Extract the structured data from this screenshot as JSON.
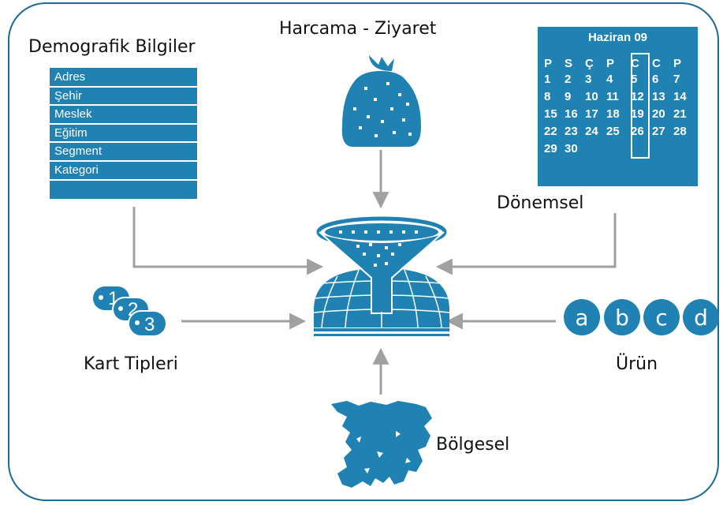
{
  "labels": {
    "demografik": "Demografik Bilgiler",
    "harcama": "Harcama - Ziyaret",
    "donemsel": "Dönemsel",
    "kart": "Kart Tipleri",
    "urun": "Ürün",
    "bolgesel": "Bölgesel"
  },
  "demographics": [
    "Adres",
    "Şehir",
    "Meslek",
    "Eğitim",
    "Segment",
    "Kategori",
    ""
  ],
  "calendar": {
    "title": "Haziran 09",
    "weekdays": [
      "P",
      "S",
      "Ç",
      "P",
      "C",
      "C",
      "P"
    ],
    "weeks": [
      [
        "1",
        "2",
        "3",
        "4",
        "5",
        "6",
        "7"
      ],
      [
        "8",
        "9",
        "10",
        "11",
        "12",
        "13",
        "14"
      ],
      [
        "15",
        "16",
        "17",
        "18",
        "19",
        "20",
        "21"
      ],
      [
        "22",
        "23",
        "24",
        "25",
        "26",
        "27",
        "28"
      ],
      [
        "29",
        "30",
        "",
        "",
        "",
        "",
        ""
      ]
    ]
  },
  "cards": [
    "1",
    "2",
    "3"
  ],
  "products": [
    "a",
    "b",
    "c",
    "d"
  ],
  "colors": {
    "accent": "#1f82b2",
    "frame": "#1a6a95",
    "arrow": "#a0a0a0"
  }
}
